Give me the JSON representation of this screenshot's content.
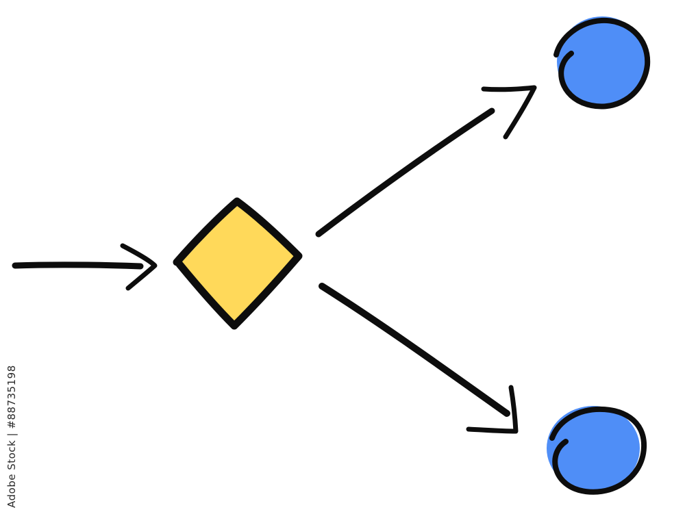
{
  "colors": {
    "background": "#ffffff",
    "ink": "#0d0d0d",
    "decision_fill": "#FFD95A",
    "terminal_fill": "#4F8EF7"
  },
  "nodes": {
    "decision": {
      "shape": "diamond"
    },
    "terminal_top": {
      "shape": "circle"
    },
    "terminal_bottom": {
      "shape": "circle"
    }
  },
  "edges": [
    {
      "from": "input",
      "to": "decision"
    },
    {
      "from": "decision",
      "to": "terminal_top"
    },
    {
      "from": "decision",
      "to": "terminal_bottom"
    }
  ],
  "watermark": {
    "side_text": "Adobe Stock | #88735198"
  }
}
